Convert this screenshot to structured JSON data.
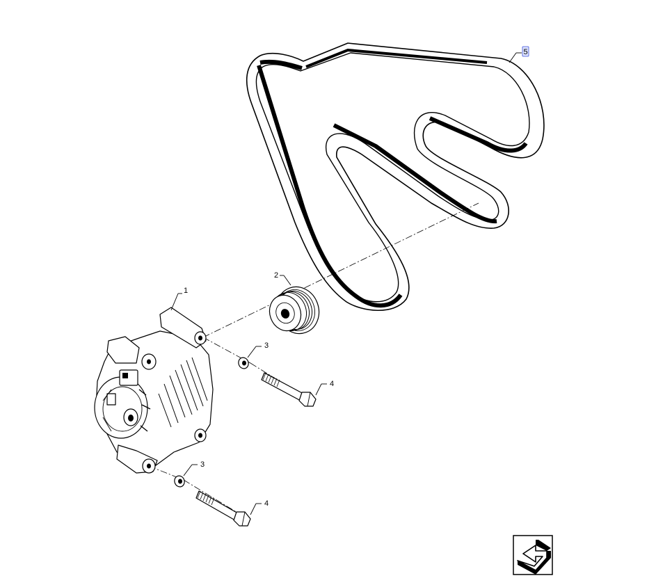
{
  "callouts": {
    "alternator": "1",
    "pulley": "2",
    "washer_upper": "3",
    "washer_lower": "3",
    "bolt_upper": "4",
    "bolt_lower": "4",
    "belt": "5"
  },
  "navigation": {
    "icon": "return-arrow-icon"
  }
}
